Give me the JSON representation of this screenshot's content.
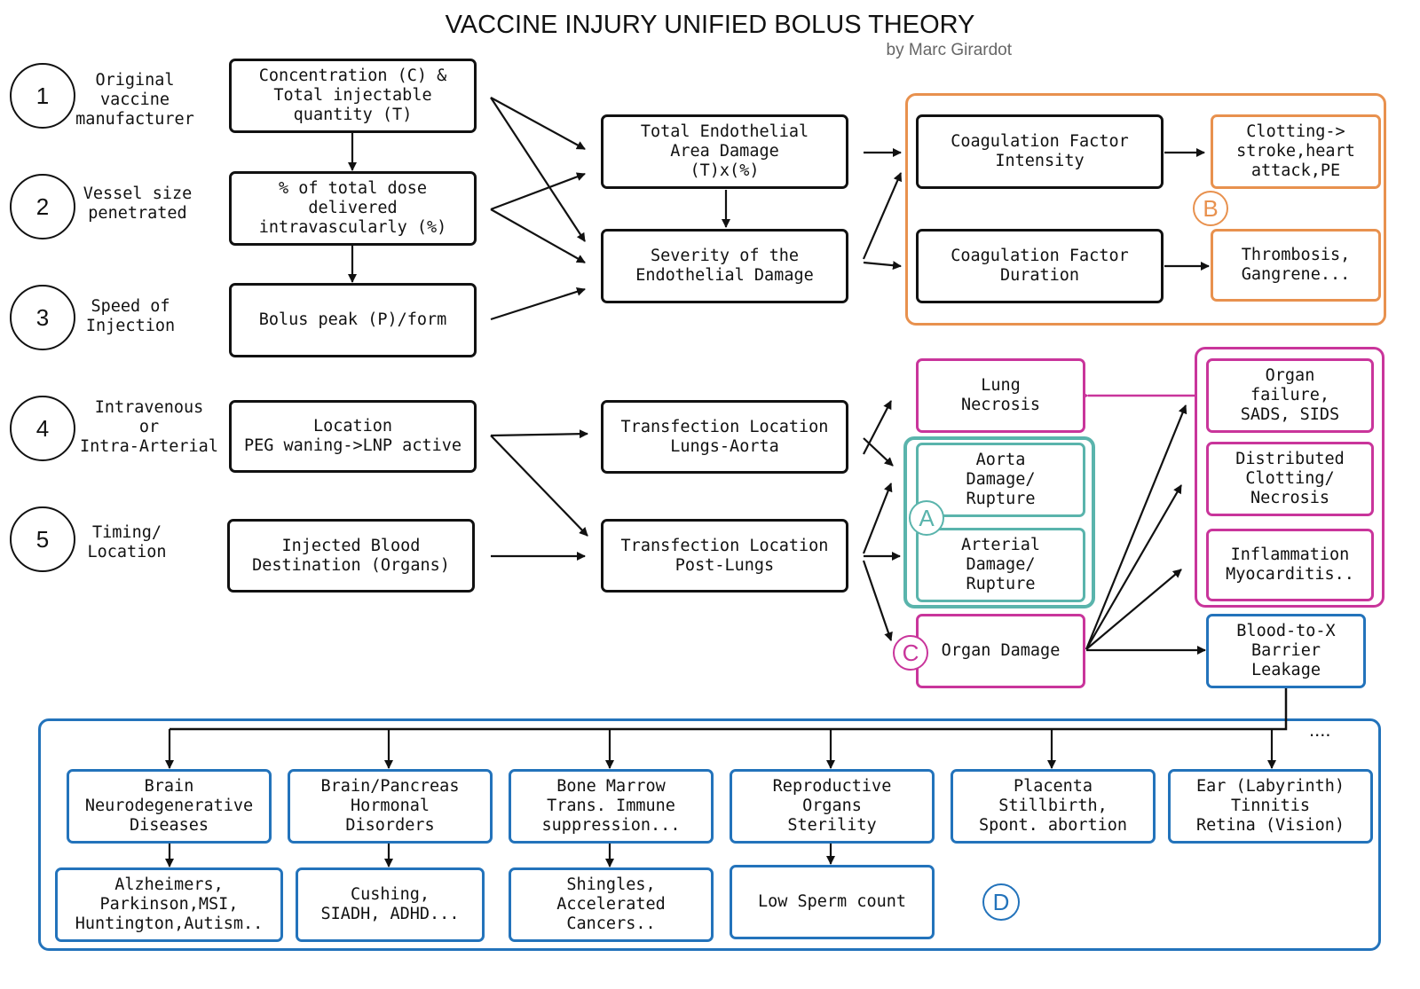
{
  "title": "VACCINE INJURY UNIFIED BOLUS THEORY",
  "subtitle": "by Marc Girardot",
  "colors": {
    "ink": "#111111",
    "orange": "#e8914e",
    "magenta": "#c9359b",
    "teal": "#5ab4ac",
    "blue": "#2373bb"
  },
  "factors": [
    {
      "number": "1",
      "label": "Original\nvaccine\nmanufacturer"
    },
    {
      "number": "2",
      "label": "Vessel size\npenetrated"
    },
    {
      "number": "3",
      "label": "Speed of\nInjection"
    },
    {
      "number": "4",
      "label": "Intravenous\nor\nIntra-Arterial"
    },
    {
      "number": "5",
      "label": "Timing/\nLocation"
    }
  ],
  "inputs": {
    "concentration": "Concentration (C) &\nTotal injectable\nquantity (T)",
    "percent_dose": "% of total dose\ndelivered\nintravascularly (%)",
    "bolus_peak": "Bolus peak (P)/form",
    "location": "Location\nPEG waning->LNP active",
    "blood_destination": "Injected Blood\nDestination (Organs)"
  },
  "mechanisms": {
    "total_area": "Total Endothelial\nArea Damage\n(T)x(%)",
    "severity": "Severity of the\nEndothelial Damage",
    "transfection_lungs": "Transfection Location\nLungs-Aorta",
    "transfection_post": "Transfection Location\nPost-Lungs"
  },
  "coagulation": {
    "intensity": "Coagulation Factor\nIntensity",
    "duration": "Coagulation Factor\nDuration",
    "clotting": "Clotting->\nstroke,heart\nattack,PE",
    "thrombosis": "Thrombosis,\nGangrene..."
  },
  "vascular": {
    "lung_necrosis": "Lung\nNecrosis",
    "aorta": "Aorta\nDamage/\nRupture",
    "arterial": "Arterial\nDamage/\nRupture",
    "organ_damage": "Organ Damage"
  },
  "organ_effects": {
    "organ_failure": "Organ\nfailure,\nSADS, SIDS",
    "distributed": "Distributed\nClotting/\nNecrosis",
    "inflammation": "Inflammation\nMyocarditis..",
    "barrier": "Blood-to-X\nBarrier\nLeakage"
  },
  "badges": {
    "a": "A",
    "b": "B",
    "c": "C",
    "d": "D"
  },
  "ellipsis": "....",
  "outcomes": [
    {
      "top": "Brain\nNeurodegenerative\nDiseases",
      "bottom": "Alzheimers,\nParkinson,MSI,\nHuntington,Autism.."
    },
    {
      "top": "Brain/Pancreas\nHormonal\nDisorders",
      "bottom": "Cushing,\nSIADH, ADHD..."
    },
    {
      "top": "Bone Marrow\nTrans. Immune\nsuppression...",
      "bottom": "Shingles,\nAccelerated\nCancers.."
    },
    {
      "top": "Reproductive\nOrgans\nSterility",
      "bottom": "Low Sperm count"
    },
    {
      "top": "Placenta\nStillbirth,\nSpont. abortion",
      "bottom": ""
    },
    {
      "top": "Ear (Labyrinth)\nTinnitis\nRetina (Vision)",
      "bottom": ""
    }
  ]
}
